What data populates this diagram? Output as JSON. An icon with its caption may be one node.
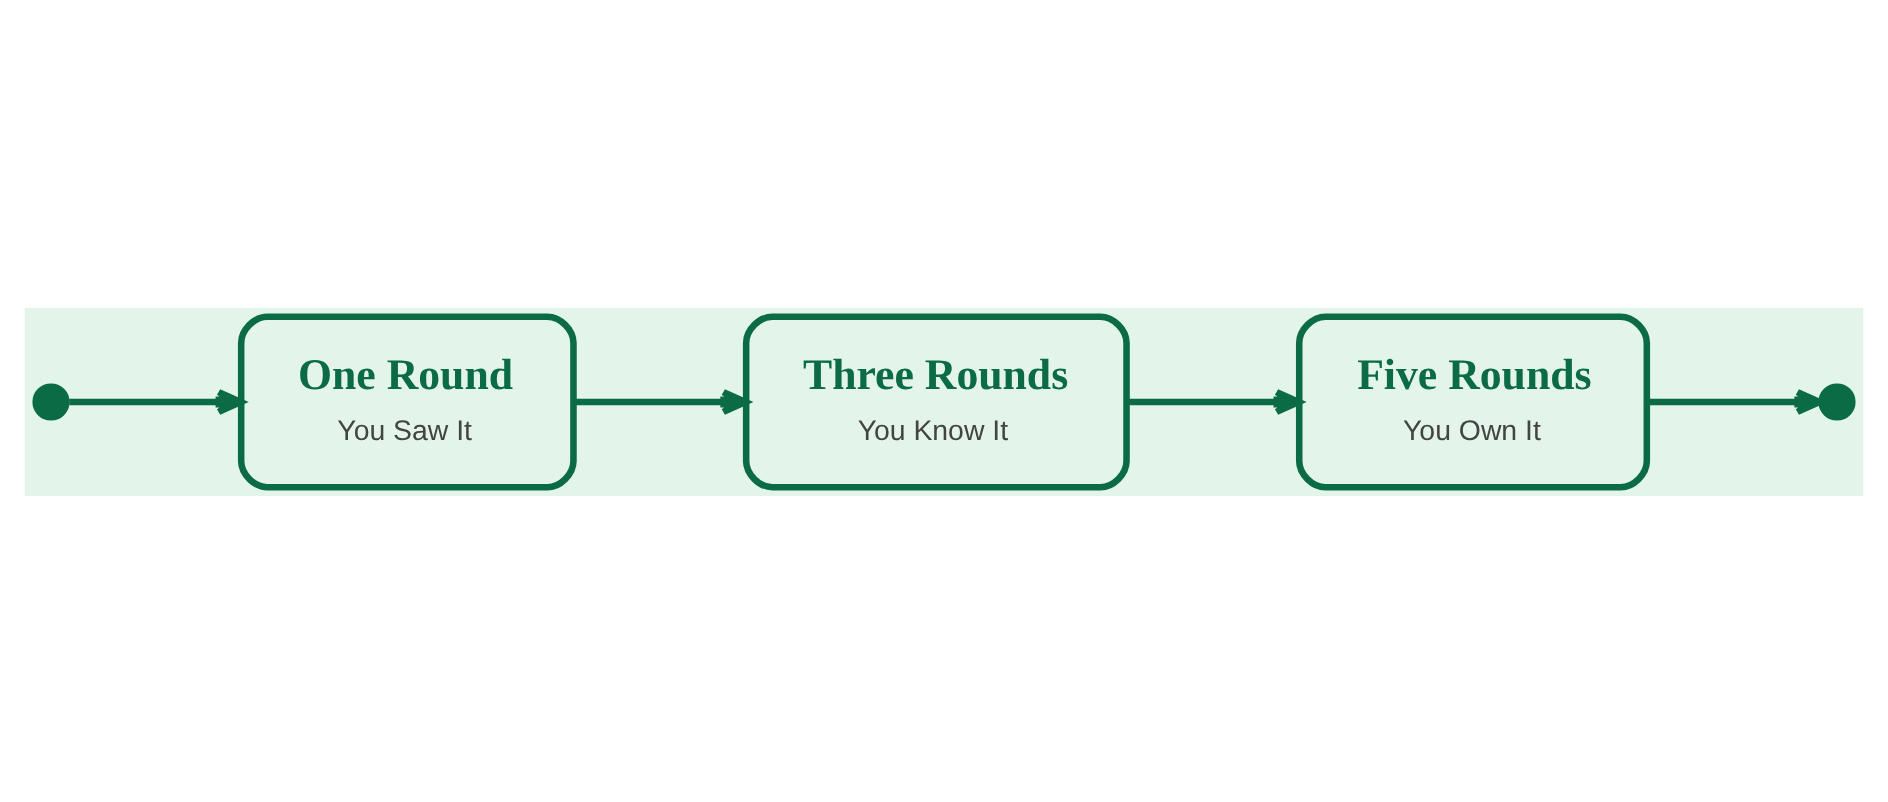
{
  "diagram": {
    "nodes": [
      {
        "text": [],
        "shape": "circle"
      },
      {
        "text": [
          "One Round",
          "You Saw It"
        ]
      },
      {
        "text": [
          "Three Rounds",
          "You Know It"
        ]
      },
      {
        "text": [
          "Five Rounds",
          "You Own It"
        ]
      },
      {
        "text": [],
        "shape": "circle"
      }
    ],
    "edges": [
      {
        "from": 0,
        "to": 1,
        "arrow": "to"
      },
      {
        "from": 1,
        "to": 2,
        "arrow": "to"
      },
      {
        "from": 2,
        "to": 3,
        "arrow": "to"
      },
      {
        "from": 3,
        "to": 4,
        "arrow": "to"
      }
    ]
  }
}
